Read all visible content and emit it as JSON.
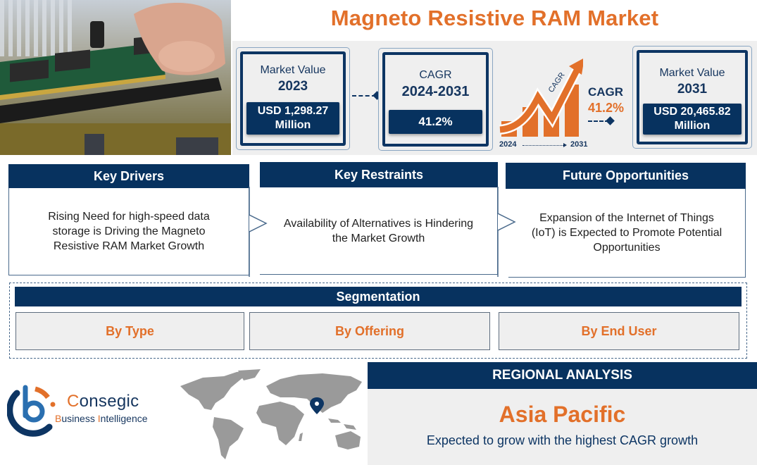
{
  "header": {
    "title": "Magneto Resistive RAM Market",
    "hero_image_alt": "hand inserting memory module into motherboard slot"
  },
  "kpis": {
    "market_value_2023": {
      "label": "Market Value",
      "year": "2023",
      "value_line1": "USD 1,298.27",
      "value_line2": "Million"
    },
    "cagr": {
      "label": "CAGR",
      "period": "2024-2031",
      "value": "41.2%"
    },
    "cagr_graphic": {
      "arrow_text": "CAGR",
      "side_title": "CAGR",
      "side_value": "41.2%",
      "start_year": "2024",
      "end_year": "2031"
    },
    "market_value_2031": {
      "label": "Market Value",
      "year": "2031",
      "value_line1": "USD 20,465.82",
      "value_line2": "Million"
    }
  },
  "cards": [
    {
      "title": "Key Drivers",
      "text": "Rising Need for high-speed data storage is Driving the Magneto Resistive RAM Market Growth"
    },
    {
      "title": "Key Restraints",
      "text": "Availability of Alternatives is Hindering the Market Growth"
    },
    {
      "title": "Future Opportunities",
      "text": "Expansion of the Internet of Things (IoT) is Expected to Promote Potential Opportunities"
    }
  ],
  "segmentation": {
    "title": "Segmentation",
    "items": [
      "By Type",
      "By Offering",
      "By End User"
    ]
  },
  "logo": {
    "name_first": "C",
    "name_rest": "onsegic",
    "sub_b": "B",
    "sub_usiness": "usiness ",
    "sub_i": "I",
    "sub_ntelligence": "ntelligence"
  },
  "regional": {
    "title": "REGIONAL ANALYSIS",
    "region": "Asia Pacific",
    "description": "Expected to grow with the highest CAGR growth"
  },
  "colors": {
    "navy": "#07325f",
    "orange": "#e2702a",
    "panel_gray": "#efefef",
    "map_gray": "#9a9a9a"
  }
}
